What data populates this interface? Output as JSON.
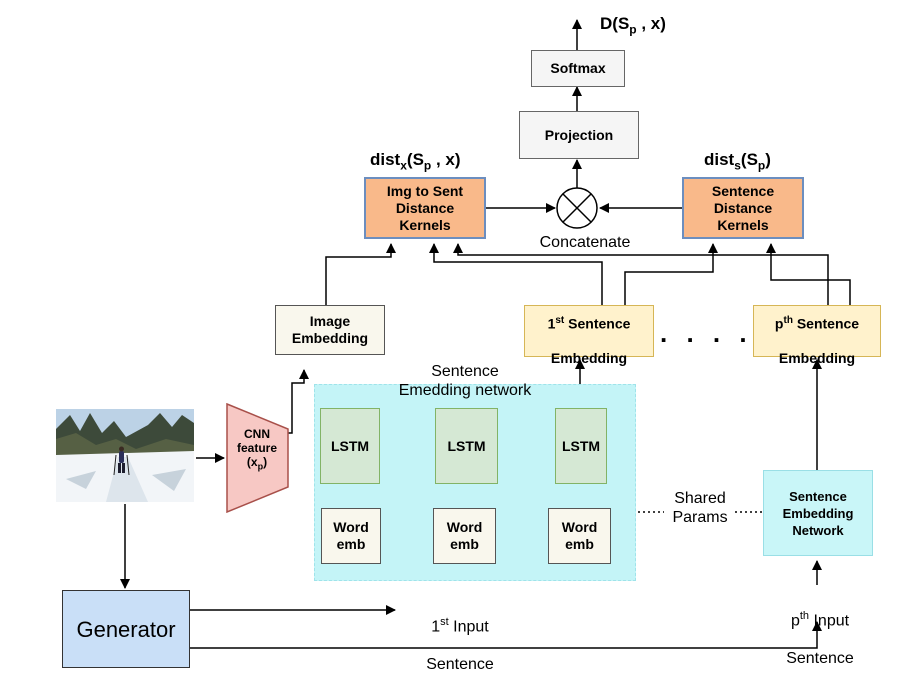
{
  "output": {
    "label": "D(S",
    "sub": "p",
    "tail": " , x)"
  },
  "softmax": "Softmax",
  "projection": "Projection",
  "dist_x": {
    "pre": "dist",
    "sub1": "x",
    "mid": "(S",
    "sub2": "p",
    "tail": " , x)"
  },
  "dist_s": {
    "pre": "dist",
    "sub1": "s",
    "mid": "(S",
    "sub2": "p",
    "tail": ")"
  },
  "img_kernels": "Img to Sent\nDistance\nKernels",
  "sent_kernels": "Sentence\nDistance\nKernels",
  "concatenate": "Concatenate",
  "image_embedding": "Image\nEmbedding",
  "first_embedding": {
    "num": "1",
    "sup": "st",
    "tail": " Sentence",
    "line2": "Embedding"
  },
  "pth_embedding": {
    "num": "p",
    "sup": "th",
    "tail": " Sentence",
    "line2": "Embedding"
  },
  "ellipsis": ". . . . .",
  "sentence_network_label": "Sentence\nEmedding network",
  "lstm": [
    "LSTM",
    "LSTM",
    "LSTM"
  ],
  "word_emb": [
    "Word\nemb",
    "Word\nemb",
    "Word\nemb"
  ],
  "cnn": {
    "line1": "CNN",
    "line2": "feature",
    "open": "(x",
    "sub": "p",
    "close": ")"
  },
  "shared_params": "Shared\nParams",
  "sentence_embedding_network": "Sentence\nEmbedding\nNetwork",
  "generator": "Generator",
  "first_input": {
    "num": "1",
    "sup": "st",
    "tail": " Input",
    "line2": "Sentence"
  },
  "pth_input": {
    "num": "p",
    "sup": "th",
    "tail": " Input",
    "line2": "Sentence"
  },
  "colors": {
    "kernels": "#f9b98a",
    "kernels_border": "#6c8ebf",
    "embedding": "#fff2cc",
    "embedding_border": "#d6b656",
    "lstm": "#d5e8d4",
    "lstm_border": "#82b366",
    "network_region": "#c4f4f7",
    "generator": "#c9dff7",
    "cnn": "#f7c8c4"
  }
}
